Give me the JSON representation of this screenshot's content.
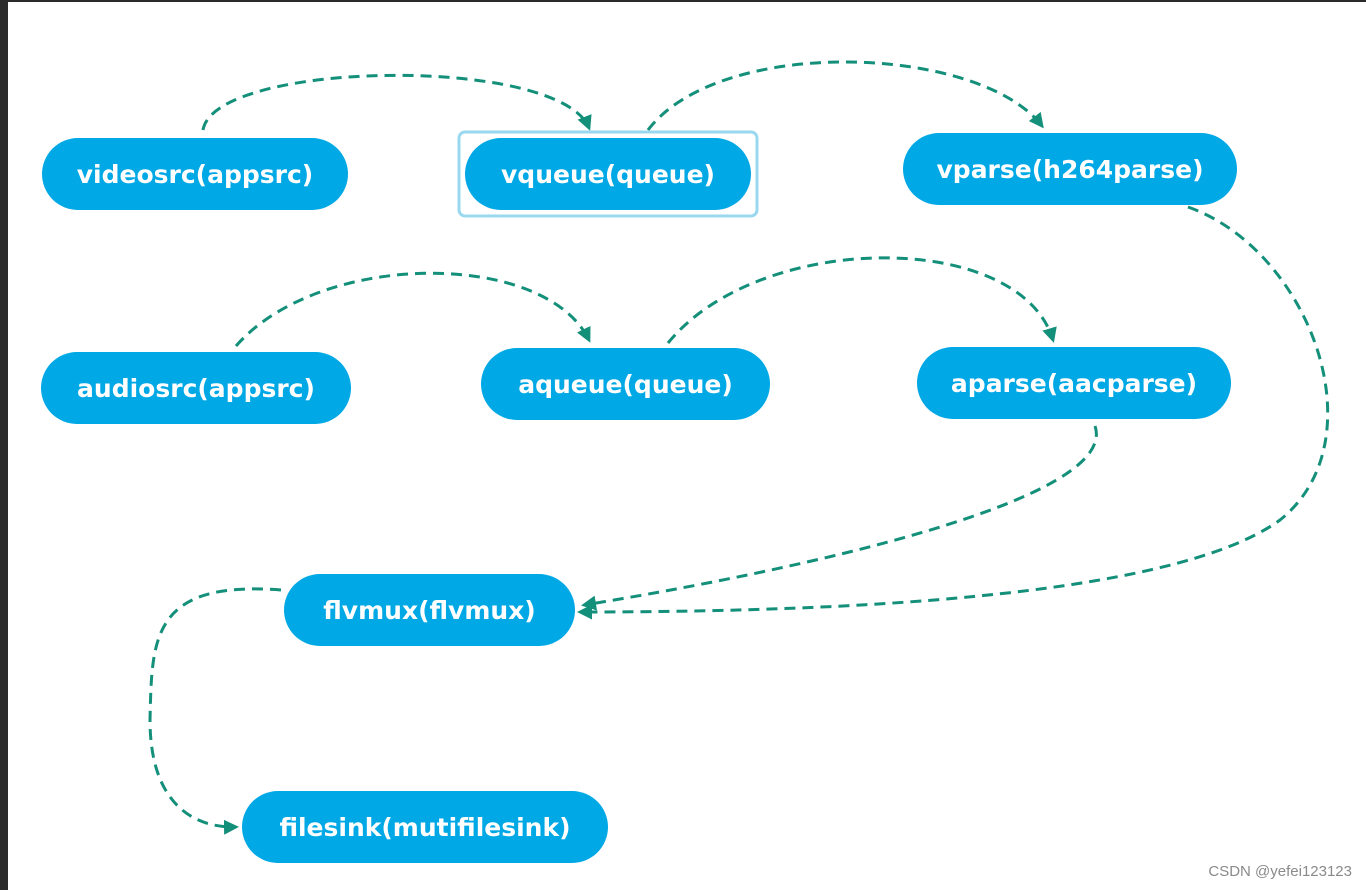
{
  "diagram": {
    "type": "flowchart",
    "node_color": "#00a8e6",
    "edge_color": "#138f7a",
    "selection_color": "#9ad8f0",
    "nodes": [
      {
        "id": "videosrc",
        "label": "videosrc(appsrc)"
      },
      {
        "id": "vqueue",
        "label": "vqueue(queue)",
        "selected": true
      },
      {
        "id": "vparse",
        "label": "vparse(h264parse)"
      },
      {
        "id": "audiosrc",
        "label": "audiosrc(appsrc)"
      },
      {
        "id": "aqueue",
        "label": "aqueue(queue)"
      },
      {
        "id": "aparse",
        "label": "aparse(aacparse)"
      },
      {
        "id": "flvmux",
        "label": "flvmux(flvmux)"
      },
      {
        "id": "filesink",
        "label": "filesink(mutifilesink)"
      }
    ],
    "edges": [
      {
        "from": "videosrc",
        "to": "vqueue"
      },
      {
        "from": "vqueue",
        "to": "vparse"
      },
      {
        "from": "audiosrc",
        "to": "aqueue"
      },
      {
        "from": "aqueue",
        "to": "aparse"
      },
      {
        "from": "aparse",
        "to": "flvmux"
      },
      {
        "from": "vparse",
        "to": "flvmux"
      },
      {
        "from": "flvmux",
        "to": "filesink"
      }
    ]
  },
  "watermark": "CSDN @yefei123123"
}
